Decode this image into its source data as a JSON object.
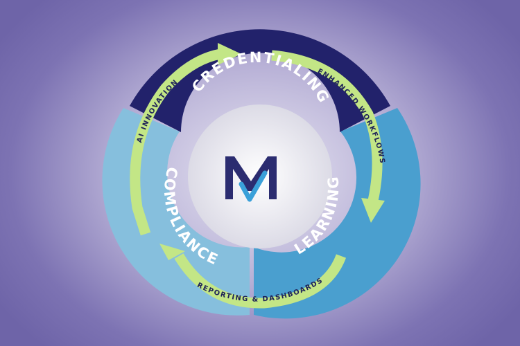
{
  "segments": {
    "credentialing": {
      "label": "CREDENTIALING",
      "color": "#22226b"
    },
    "learning": {
      "label": "LEARNING",
      "color": "#4a9fcf"
    },
    "compliance": {
      "label": "COMPLIANCE",
      "color": "#86bfdd"
    }
  },
  "arrows": {
    "ai_innovation": "AI INNOVATION",
    "enhanced_workflows": "ENHANCED WORKFLOWS",
    "reporting_dashboards": "REPORTING & DASHBOARDS",
    "color": "#c3e686"
  },
  "center": {
    "logo_letter": "M",
    "logo_color": "#2b2c70",
    "check_color": "#3aa0d9"
  },
  "colors": {
    "background_center": "#e9e7f3",
    "background_edge": "#6e64a8",
    "center_disc": "#efeef4"
  }
}
